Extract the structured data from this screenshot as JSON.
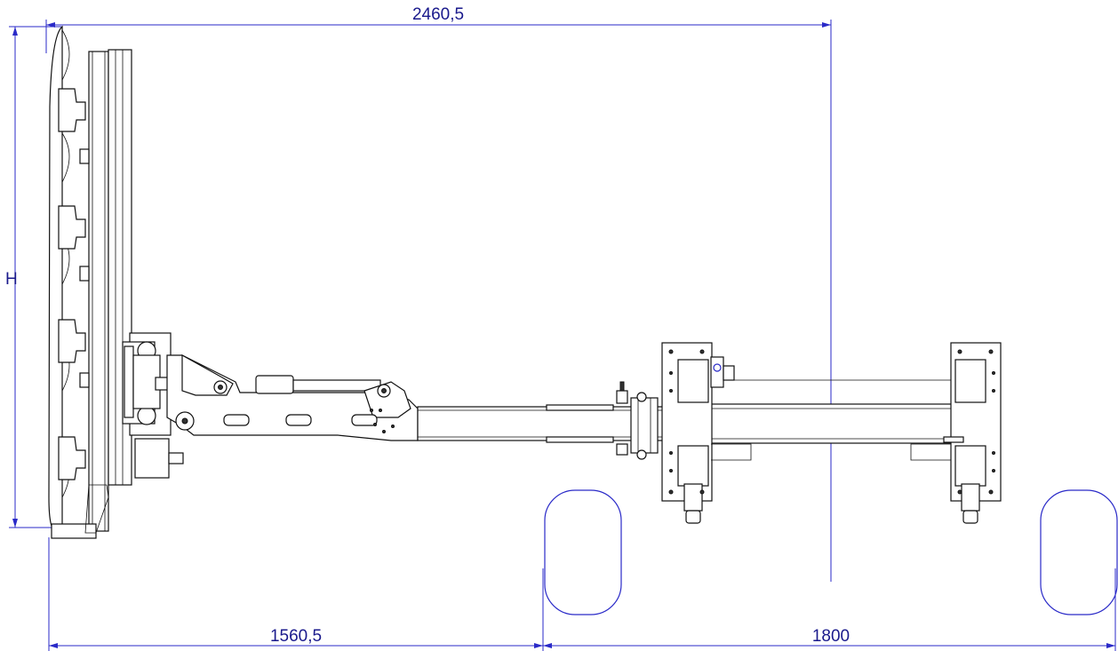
{
  "dimensions": {
    "total_width": "2460,5",
    "height_label": "H",
    "left_offset": "1560,5",
    "track_width": "1800"
  },
  "colors": {
    "dimension_line": "#2a2ac8",
    "part_line": "#111111",
    "background": "#ffffff"
  }
}
